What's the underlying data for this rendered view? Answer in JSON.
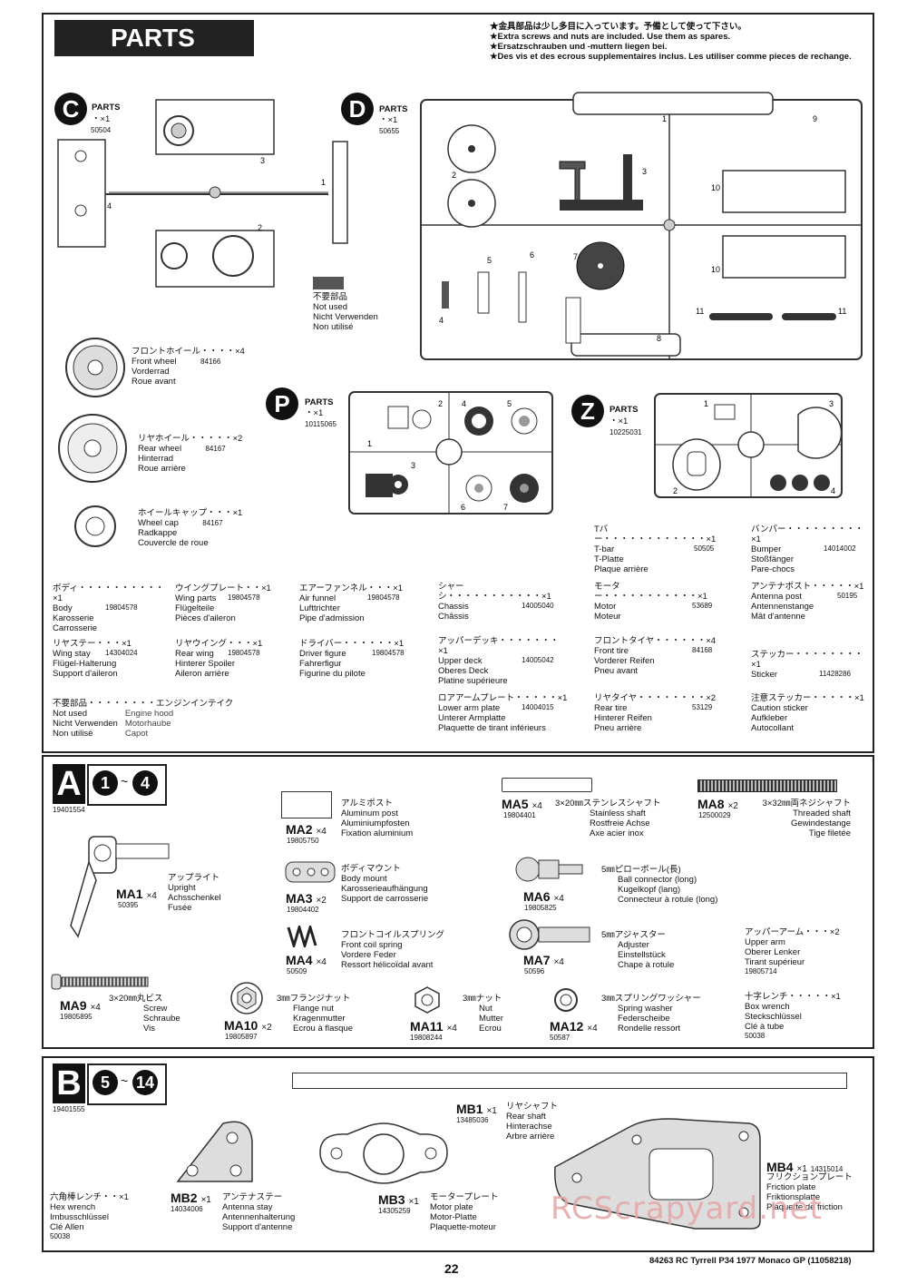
{
  "header": {
    "title": "PARTS",
    "notes": [
      "★金具部品は少し多目に入っています。予備として使って下さい。",
      "★Extra screws and nuts are included. Use them as spares.",
      "★Ersatzschrauben und -muttern liegen bei.",
      "★Des vis et des ecrous supplementaires inclus. Les utiliser comme pieces de rechange."
    ]
  },
  "sprues": {
    "C": {
      "letter": "C",
      "label": "PARTS",
      "qty": "・×1",
      "code": "50504"
    },
    "D": {
      "letter": "D",
      "label": "PARTS",
      "qty": "・×1",
      "code": "50655"
    },
    "P": {
      "letter": "P",
      "label": "PARTS",
      "qty": "・×1",
      "code": "10115065"
    },
    "Z": {
      "letter": "Z",
      "label": "PARTS",
      "qty": "・×1",
      "code": "10225031"
    }
  },
  "not_used": [
    "不要部品",
    "Not used",
    "Nicht Verwenden",
    "Non utilisé"
  ],
  "wheels": [
    {
      "jp": "フロントホイール・・・・×4",
      "en": "Front wheel",
      "de": "Vorderrad",
      "fr": "Roue avant",
      "code": "84166"
    },
    {
      "jp": "リヤホイール・・・・・×2",
      "en": "Rear wheel",
      "de": "Hinterrad",
      "fr": "Roue arrière",
      "code": "84167"
    },
    {
      "jp": "ホイールキャップ・・・×1",
      "en": "Wheel cap",
      "de": "Radkappe",
      "fr": "Couvercle de roue",
      "code": "84167"
    }
  ],
  "bodyparts": [
    {
      "jp": "ボディ・・・・・・・・・・×1",
      "l1": "Body",
      "l2": "Karosserie",
      "l3": "Carrosserie",
      "code": "19804578"
    },
    {
      "jp": "ウイングプレート・・×1",
      "l1": "Wing parts",
      "l2": "Flügelteile",
      "l3": "Pièces d'aileron",
      "code": "19804578"
    },
    {
      "jp": "エアーファンネル・・・×1",
      "l1": "Air funnel",
      "l2": "Lufttrichter",
      "l3": "Pipe d'admission",
      "code": "19804578"
    },
    {
      "jp": "リヤステー・・・×1",
      "l1": "Wing stay",
      "l2": "Flügel-Halterung",
      "l3": "Support d'aileron",
      "code": "14304024"
    },
    {
      "jp": "リヤウイング・・・×1",
      "l1": "Rear wing",
      "l2": "Hinterer Spoiler",
      "l3": "Aileron arrière",
      "code": "19804578"
    },
    {
      "jp": "ドライバー・・・・・・×1",
      "l1": "Driver figure",
      "l2": "Fahrerfigur",
      "l3": "Figurine du pilote",
      "code": "19804578"
    }
  ],
  "engine_note": {
    "jp": "不要部品・・・・・・・・エンジンインテイク",
    "l": [
      "Not used",
      "Nicht Verwenden",
      "Non utilisé"
    ],
    "r": [
      "Engine hood",
      "Motorhaube",
      "Capot"
    ]
  },
  "chassis": [
    {
      "jp": "シャーシ・・・・・・・・・・・×1",
      "l1": "Chassis",
      "l2": "Châssis",
      "l3": "",
      "code": "14005040"
    },
    {
      "jp": "アッパーデッキ・・・・・・・×1",
      "l1": "Upper deck",
      "l2": "Oberes Deck",
      "l3": "Platine supérieure",
      "code": "14005042"
    },
    {
      "jp": "ロアアームプレート・・・・・×1",
      "l1": "Lower arm plate",
      "l2": "Unterer Armplatte",
      "l3": "Plaquette de tirant inférieurs",
      "code": "14004015"
    }
  ],
  "middle": [
    {
      "jp": "Tバー・・・・・・・・・・・・×1",
      "l1": "T-bar",
      "l2": "T-Platte",
      "l3": "Plaque arrière",
      "code": "50505"
    },
    {
      "jp": "モーター・・・・・・・・・・・×1",
      "l1": "Motor",
      "l2": "Moteur",
      "l3": "",
      "code": "53689"
    },
    {
      "jp": "フロントタイヤ・・・・・・×4",
      "l1": "Front tire",
      "l2": "Vorderer Reifen",
      "l3": "Pneu avant",
      "code": "84168"
    },
    {
      "jp": "リヤタイヤ・・・・・・・・×2",
      "l1": "Rear tire",
      "l2": "Hinterer Reifen",
      "l3": "Pneu arrière",
      "code": "53129"
    }
  ],
  "right": [
    {
      "jp": "バンパー・・・・・・・・・×1",
      "l1": "Bumper",
      "l2": "Stoßfänger",
      "l3": "Pare-chocs",
      "code": "14014002"
    },
    {
      "jp": "アンテナポスト・・・・・×1",
      "l1": "Antenna post",
      "l2": "Antennenstange",
      "l3": "Mât d'antenne",
      "code": "50195"
    },
    {
      "jp": "ステッカー・・・・・・・・×1",
      "l1": "Sticker",
      "l2": "",
      "l3": "",
      "code": "11428286"
    },
    {
      "jp": "注意ステッカー・・・・・×1",
      "l1": "Caution sticker",
      "l2": "Aufkleber",
      "l3": "Autocollant",
      "code": ""
    }
  ],
  "bagA": {
    "letter": "A",
    "range_from": "1",
    "range_to": "4",
    "code": "19401554",
    "tilde": "~",
    "items": [
      {
        "id": "MA1",
        "qty": "×4",
        "jp": "アップライト",
        "l": [
          "Upright",
          "Achsschenkel",
          "Fusée"
        ],
        "code": "50395"
      },
      {
        "id": "MA2",
        "qty": "×4",
        "jp": "アルミポスト",
        "l": [
          "Aluminum post",
          "Aluminiumpfosten",
          "Fixation aluminium"
        ],
        "code": "19805750"
      },
      {
        "id": "MA3",
        "qty": "×2",
        "jp": "ボディマウント",
        "l": [
          "Body mount",
          "Karosserieaufhängung",
          "Support de carrosserie"
        ],
        "code": "19804402"
      },
      {
        "id": "MA4",
        "qty": "×4",
        "jp": "フロントコイルスプリング",
        "l": [
          "Front coil spring",
          "Vordere Feder",
          "Ressort hélicoïdal avant"
        ],
        "code": "50509"
      },
      {
        "id": "MA5",
        "qty": "×4",
        "jp": "3×20㎜ステンレスシャフト",
        "l": [
          "Stainless shaft",
          "Rostfreie Achse",
          "Axe acier inox"
        ],
        "code": "19804401"
      },
      {
        "id": "MA6",
        "qty": "×4",
        "jp": "5㎜ピローボール(長)",
        "l": [
          "Ball connector (long)",
          "Kugelkopf (lang)",
          "Connecteur à rotule (long)"
        ],
        "code": "19805825"
      },
      {
        "id": "MA7",
        "qty": "×4",
        "jp": "5㎜アジャスター",
        "l": [
          "Adjuster",
          "Einstellstück",
          "Chape à rotule"
        ],
        "code": "50596"
      },
      {
        "id": "MA8",
        "qty": "×2",
        "jp": "3×32㎜両ネジシャフト",
        "l": [
          "Threaded shaft",
          "Gewindestange",
          "Tige filetée"
        ],
        "code": "12500029"
      },
      {
        "id": "MA9",
        "qty": "×4",
        "jp": "3×20㎜丸ビス",
        "l": [
          "Screw",
          "Schraube",
          "Vis"
        ],
        "code": "19805895"
      },
      {
        "id": "MA10",
        "qty": "×2",
        "jp": "3㎜フランジナット",
        "l": [
          "Flange nut",
          "Kragenmutter",
          "Ecrou à flasque"
        ],
        "code": "19805897"
      },
      {
        "id": "MA11",
        "qty": "×4",
        "jp": "3㎜ナット",
        "l": [
          "Nut",
          "Mutter",
          "Ecrou"
        ],
        "code": "19808244"
      },
      {
        "id": "MA12",
        "qty": "×4",
        "jp": "3㎜スプリングワッシャー",
        "l": [
          "Spring washer",
          "Federscheibe",
          "Rondelle ressort"
        ],
        "code": "50587"
      }
    ],
    "upper_arm": {
      "jp": "アッパーアーム・・・×2",
      "l": [
        "Upper arm",
        "Oberer Lenker",
        "Tirant supérieur"
      ],
      "code": "19805714"
    },
    "box_wrench": {
      "jp": "十字レンチ・・・・・×1",
      "l": [
        "Box wrench",
        "Steckschlüssel",
        "Clé à tube"
      ],
      "code": "50038"
    }
  },
  "bagB": {
    "letter": "B",
    "range_from": "5",
    "range_to": "14",
    "code": "19401555",
    "tilde": "~",
    "hex": {
      "jp": "六角棒レンチ・・×1",
      "l": [
        "Hex wrench",
        "Imbusschlüssel",
        "Clé Allen"
      ],
      "code": "50038"
    },
    "items": [
      {
        "id": "MB1",
        "qty": "×1",
        "jp": "リヤシャフト",
        "l": [
          "Rear shaft",
          "Hinterachse",
          "Arbre arrière"
        ],
        "code": "13485036"
      },
      {
        "id": "MB2",
        "qty": "×1",
        "jp": "アンテナステー",
        "l": [
          "Antenna stay",
          "Antennenhalterung",
          "Support d'antenne"
        ],
        "code": "14034006"
      },
      {
        "id": "MB3",
        "qty": "×1",
        "jp": "モータープレート",
        "l": [
          "Motor plate",
          "Motor-Platte",
          "Plaquette-moteur"
        ],
        "code": "14305259"
      },
      {
        "id": "MB4",
        "qty": "×1",
        "jp": "フリクションプレート",
        "l": [
          "Friction plate",
          "Friktionsplatte",
          "Plaquette de friction"
        ],
        "code": "14315014"
      }
    ]
  },
  "footer": {
    "page": "22",
    "caption": "84263  RC Tyrrell P34 1977 Monaco GP (11058218)",
    "watermark": "RCScrapyard.net"
  }
}
